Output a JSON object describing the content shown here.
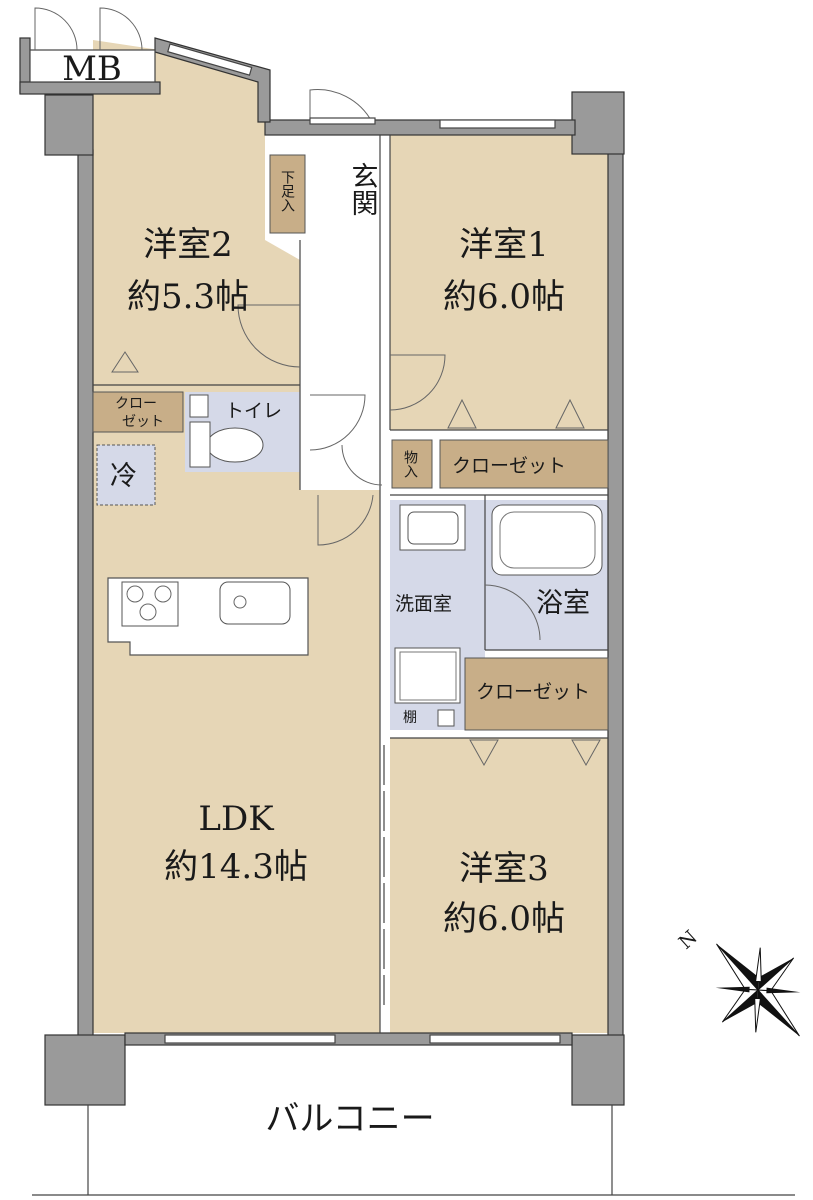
{
  "rooms": {
    "western_room_2": {
      "name": "洋室2",
      "size": "約5.3帖"
    },
    "western_room_1": {
      "name": "洋室1",
      "size": "約6.0帖"
    },
    "western_room_3": {
      "name": "洋室3",
      "size": "約6.0帖"
    },
    "ldk": {
      "name": "LDK",
      "size": "約14.3帖"
    }
  },
  "labels": {
    "mb": "MB",
    "entrance": "玄関",
    "shoe_box": "下足入",
    "toilet": "トイレ",
    "closet_small": [
      "クロー",
      "ゼット"
    ],
    "closet_1": "クローゼット",
    "closet_3": "クローゼット",
    "fridge": "冷",
    "storage": "物入",
    "washroom": "洗面室",
    "bathroom": "浴室",
    "shelf": "棚",
    "balcony": "バルコニー"
  },
  "compass": {
    "north_label": "N"
  },
  "colors": {
    "room_floor": "#e6d6b6",
    "wet_floor": "#d5d9e8",
    "closet": "#c8ae88",
    "wall": "#9a9a9a"
  }
}
